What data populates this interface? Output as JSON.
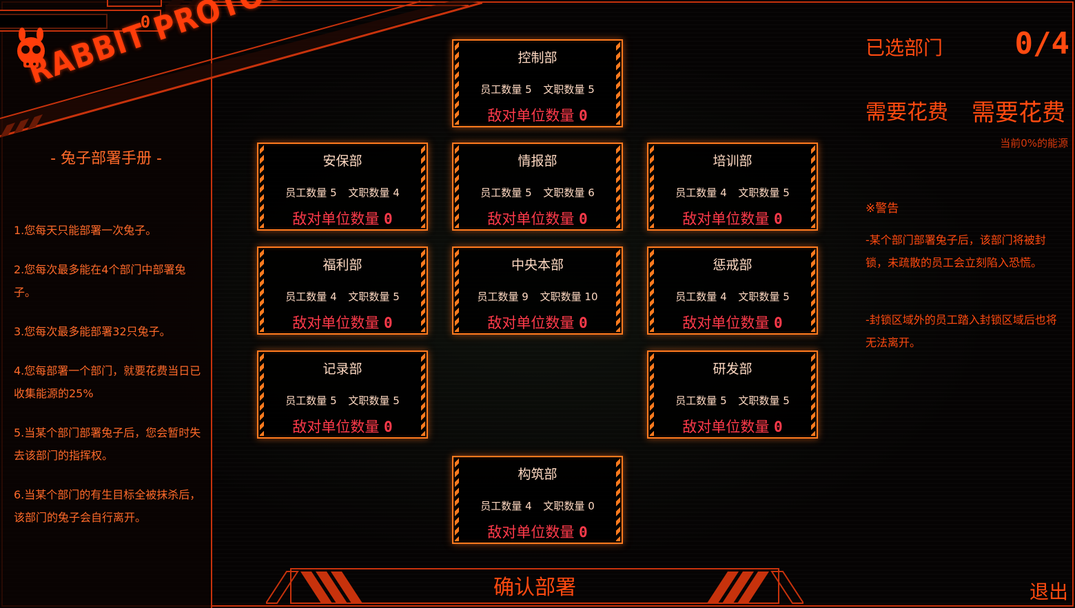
{
  "app": {
    "logo_text": "RABBIT PROTOCOL",
    "score": "0"
  },
  "manual": {
    "title": "- 兔子部署手册 -",
    "items": [
      "1.您每天只能部署一次兔子。",
      "2.您每次最多能在4个部门中部署兔子。",
      "3.您每次最多能部署32只兔子。",
      "4.您每部署一个部门，就要花费当日已收集能源的25%",
      "5.当某个部门部署兔子后，您会暂时失去该部门的指挥权。",
      "6.当某个部门的有生目标全被抹杀后，该部门的兔子会自行离开。"
    ]
  },
  "labels": {
    "staff": "员工数量",
    "clerks": "文职数量",
    "hostile": "敌对单位数量"
  },
  "departments": [
    {
      "name": "控制部",
      "staff": "5",
      "clerks": "5",
      "hostile": "0"
    },
    {
      "name": "安保部",
      "staff": "5",
      "clerks": "4",
      "hostile": "0"
    },
    {
      "name": "情报部",
      "staff": "5",
      "clerks": "6",
      "hostile": "0"
    },
    {
      "name": "培训部",
      "staff": "4",
      "clerks": "5",
      "hostile": "0"
    },
    {
      "name": "福利部",
      "staff": "4",
      "clerks": "5",
      "hostile": "0"
    },
    {
      "name": "中央本部",
      "staff": "9",
      "clerks": "10",
      "hostile": "0"
    },
    {
      "name": "惩戒部",
      "staff": "4",
      "clerks": "5",
      "hostile": "0"
    },
    {
      "name": "记录部",
      "staff": "5",
      "clerks": "5",
      "hostile": "0"
    },
    {
      "name": "研发部",
      "staff": "5",
      "clerks": "5",
      "hostile": "0"
    },
    {
      "name": "构筑部",
      "staff": "4",
      "clerks": "0",
      "hostile": "0"
    }
  ],
  "right_panel": {
    "selected_label": "已选部门",
    "selected_count": "0/4",
    "cost_label": "需要花费",
    "cost_value": "需要花费",
    "energy_note": "当前0%的能源",
    "warning_title": "※警告",
    "warnings": [
      "-某个部门部署兔子后，该部门将被封锁，未疏散的员工会立刻陷入恐慌。",
      "-封锁区域外的员工踏入封锁区域后也将无法离开。"
    ]
  },
  "buttons": {
    "confirm": "确认部署",
    "exit": "退出"
  },
  "colors": {
    "accent": "#ff4a10",
    "frame": "#c7320c",
    "card_border": "#ff7a1e",
    "hostile": "#ff3a4a",
    "card_text": "#ffd9c2"
  }
}
